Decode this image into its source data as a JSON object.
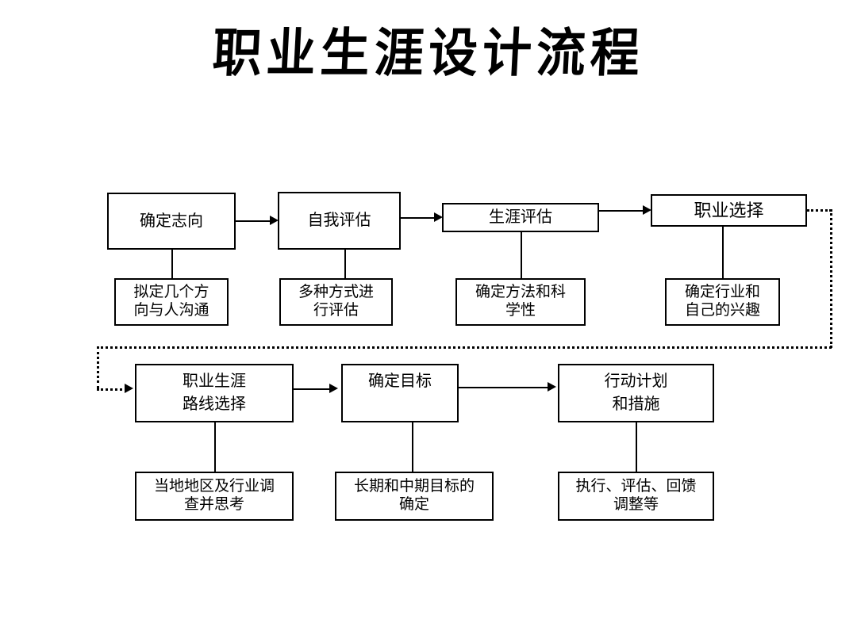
{
  "title": "职业生涯设计流程",
  "flow": {
    "row1": {
      "main_boxes": [
        {
          "id": "determine-aspiration",
          "lines": [
            "确定志向"
          ]
        },
        {
          "id": "self-assessment",
          "lines": [
            "自我评估"
          ]
        },
        {
          "id": "career-assessment",
          "lines": [
            "生涯评估"
          ]
        },
        {
          "id": "career-choice",
          "lines": [
            "职业选择"
          ]
        }
      ],
      "sub_boxes": [
        {
          "id": "draft-directions",
          "lines": [
            "拟定几个方",
            "向与人沟通"
          ]
        },
        {
          "id": "multiple-methods",
          "lines": [
            "多种方式进",
            "行评估"
          ]
        },
        {
          "id": "method-science",
          "lines": [
            "确定方法和科",
            "学性"
          ]
        },
        {
          "id": "industry-interest",
          "lines": [
            "确定行业和",
            "自己的兴趣"
          ]
        }
      ]
    },
    "row2": {
      "main_boxes": [
        {
          "id": "career-path-choice",
          "lines": [
            "职业生涯",
            "路线选择"
          ]
        },
        {
          "id": "set-goals",
          "lines": [
            "确定目标"
          ]
        },
        {
          "id": "action-plan",
          "lines": [
            "行动计划",
            "和措施"
          ]
        }
      ],
      "sub_boxes": [
        {
          "id": "local-survey",
          "lines": [
            "当地地区及行业调",
            "查并思考"
          ]
        },
        {
          "id": "long-mid-goals",
          "lines": [
            "长期和中期目标的",
            "确定"
          ]
        },
        {
          "id": "execute-feedback",
          "lines": [
            "执行、评估、回馈",
            "调整等"
          ]
        }
      ]
    }
  },
  "colors": {
    "stroke": "#000000",
    "background": "#ffffff",
    "text": "#000000"
  }
}
